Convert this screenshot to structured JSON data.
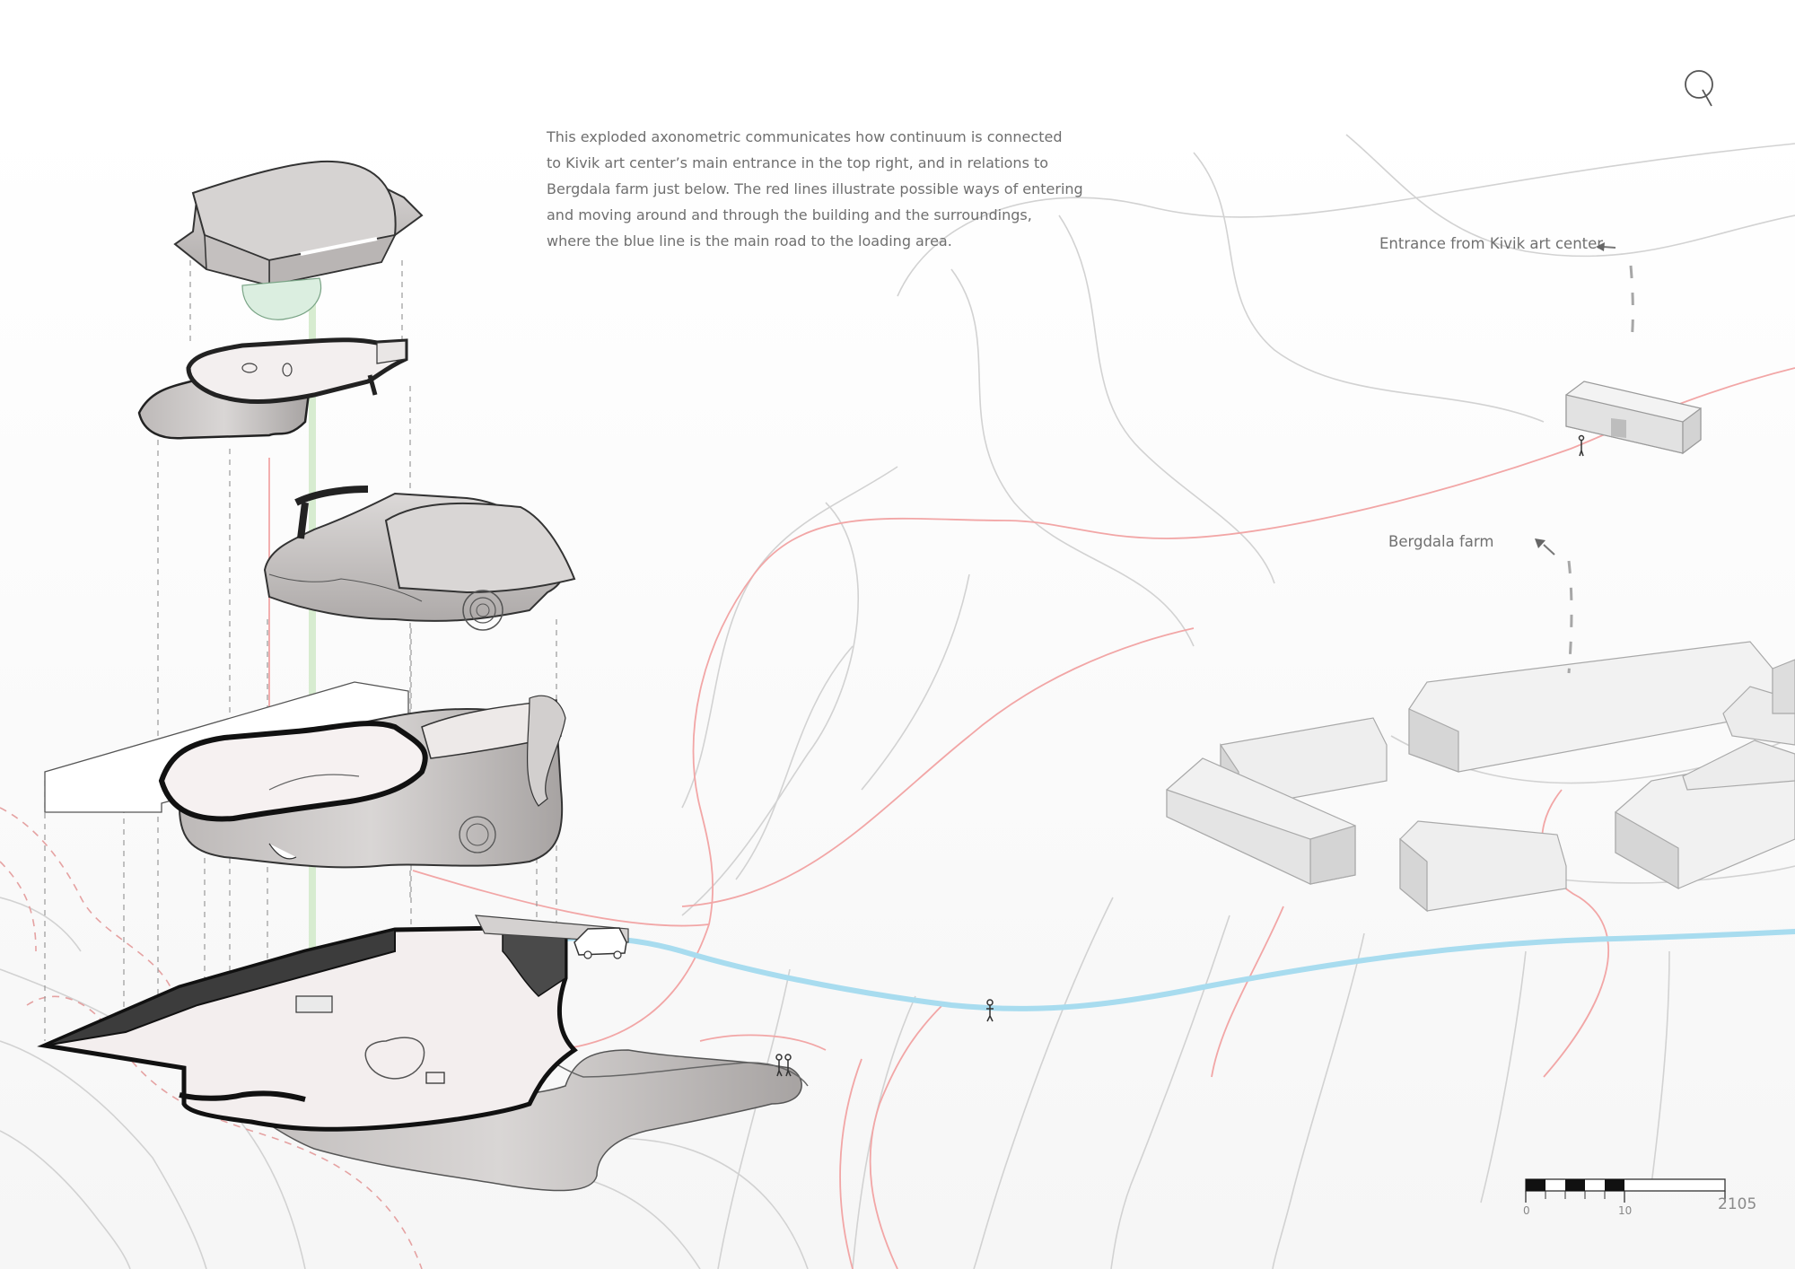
{
  "description_lines": [
    "This exploded axonometric communicates how continuum is connected",
    "to Kivik art center’s main entrance in the top right, and in relations to",
    "Bergdala farm just below. The red lines illustrate possible ways of entering",
    "and moving around and through the building and the surroundings,",
    "where the blue line is the main road to the loading area."
  ],
  "labels": {
    "kivik_entrance": "Entrance from Kivik art center",
    "bergdala_farm": "Bergdala farm"
  },
  "scale_bar": {
    "tick_start": "0",
    "tick_mid": "10"
  },
  "page_number": "2105",
  "icons": {
    "logo": "q-logo-icon",
    "kivik_arrow": "arrow-left-icon",
    "farm_arrow": "arrow-up-left-icon"
  },
  "colors": {
    "path_lines": "#f0a3a3",
    "main_road": "#a8dcef",
    "contours": "#cfcfcf",
    "vertical_core": "#cfe8c6",
    "building_fill": "#cfcccb"
  }
}
